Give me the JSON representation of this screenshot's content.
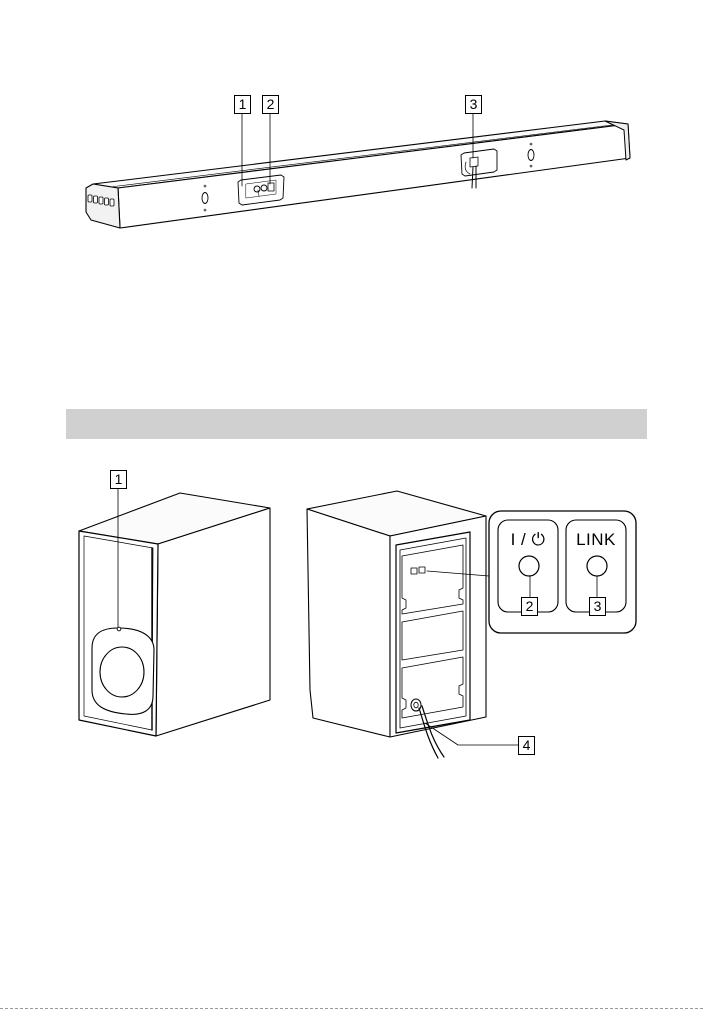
{
  "callouts": {
    "bar": [
      "1",
      "2",
      "3"
    ],
    "subwoofer": [
      "1",
      "2",
      "3",
      "4"
    ]
  },
  "panel_buttons": {
    "power": "I / ⏻",
    "link": "LINK"
  },
  "colors": {
    "section_bar": "#d0d0d0",
    "line": "#000000"
  }
}
